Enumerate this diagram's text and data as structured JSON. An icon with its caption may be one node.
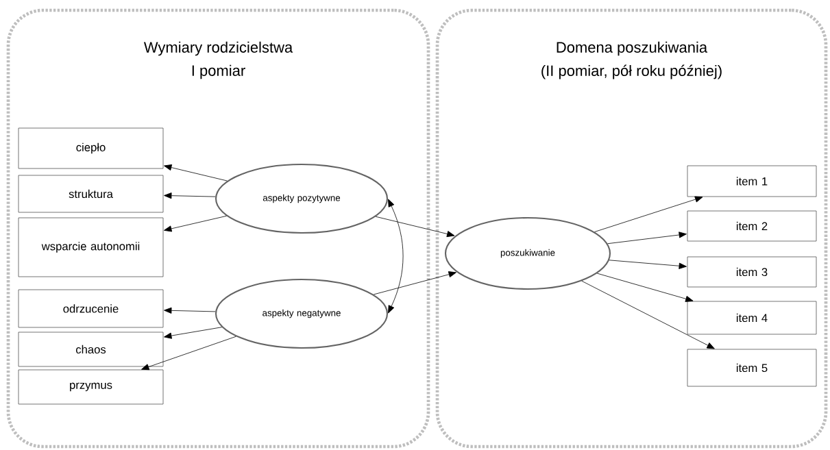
{
  "diagram": {
    "nodes": [
      {
        "text": [
          "Wymiary rodzicielstwa",
          "I pomiar"
        ]
      },
      {
        "text": [
          "ciepło"
        ],
        "in": 0
      },
      {
        "text": [
          "struktura"
        ],
        "in": 0
      },
      {
        "text": [
          "wsparcie autonomii"
        ],
        "in": 0
      },
      {
        "text": [
          "odrzucenie"
        ],
        "in": 0
      },
      {
        "text": [
          "chaos"
        ],
        "in": 0
      },
      {
        "text": [
          "przymus"
        ],
        "in": 0
      },
      {
        "text": [
          "aspekty pozytywne"
        ],
        "in": 0
      },
      {
        "text": [
          "aspekty negatywne"
        ],
        "in": 0
      },
      {
        "text": [
          "Domena poszukiwania",
          "(II pomiar, pół roku później)"
        ]
      },
      {
        "text": [
          "poszukiwanie"
        ],
        "in": 9
      },
      {
        "text": [
          "item 1"
        ],
        "in": 9
      },
      {
        "text": [
          "item 2"
        ],
        "in": 9
      },
      {
        "text": [
          "item 3"
        ],
        "in": 9
      },
      {
        "text": [
          "item 4"
        ],
        "in": 9
      },
      {
        "text": [
          "item 5"
        ],
        "in": 9
      }
    ],
    "edges": [
      {
        "from": 7,
        "to": 1,
        "arrow": "to"
      },
      {
        "from": 7,
        "to": 2,
        "arrow": "to"
      },
      {
        "from": 7,
        "to": 3,
        "arrow": "to"
      },
      {
        "from": 8,
        "to": 4,
        "arrow": "to"
      },
      {
        "from": 8,
        "to": 5,
        "arrow": "to"
      },
      {
        "from": 8,
        "to": 6,
        "arrow": "to"
      },
      {
        "from": 7,
        "to": 8,
        "arrow": "both"
      },
      {
        "from": 7,
        "to": 10,
        "arrow": "to"
      },
      {
        "from": 8,
        "to": 10,
        "arrow": "to"
      },
      {
        "from": 10,
        "to": 11,
        "arrow": "to"
      },
      {
        "from": 10,
        "to": 12,
        "arrow": "to"
      },
      {
        "from": 10,
        "to": 13,
        "arrow": "to"
      },
      {
        "from": 10,
        "to": 14,
        "arrow": "to"
      },
      {
        "from": 10,
        "to": 15,
        "arrow": "to"
      }
    ]
  }
}
